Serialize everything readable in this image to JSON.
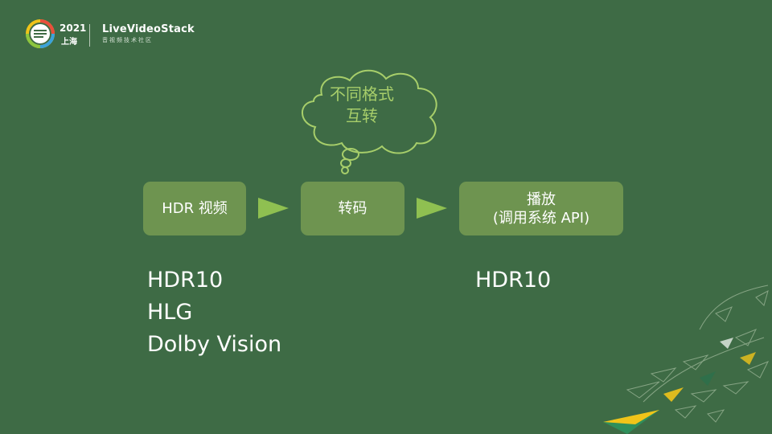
{
  "header": {
    "event_year": "2021",
    "event_city": "上海",
    "brand_name": "LiveVideoStack",
    "brand_tagline": "音视频技术社区"
  },
  "diagram": {
    "cloud_lines": [
      "不同格式",
      "互转"
    ],
    "steps": [
      {
        "lines": [
          "HDR 视频"
        ]
      },
      {
        "lines": [
          "转码"
        ]
      },
      {
        "lines": [
          "播放",
          "(调用系统 API)"
        ]
      }
    ],
    "input_formats": [
      "HDR10",
      "HLG",
      "Dolby Vision"
    ],
    "output_formats": [
      "HDR10"
    ]
  },
  "colors": {
    "background": "#3e6b45",
    "box_fill": "#6e9450",
    "arrow_fill": "#8fc051",
    "cloud_text": "#a7ce6a"
  }
}
